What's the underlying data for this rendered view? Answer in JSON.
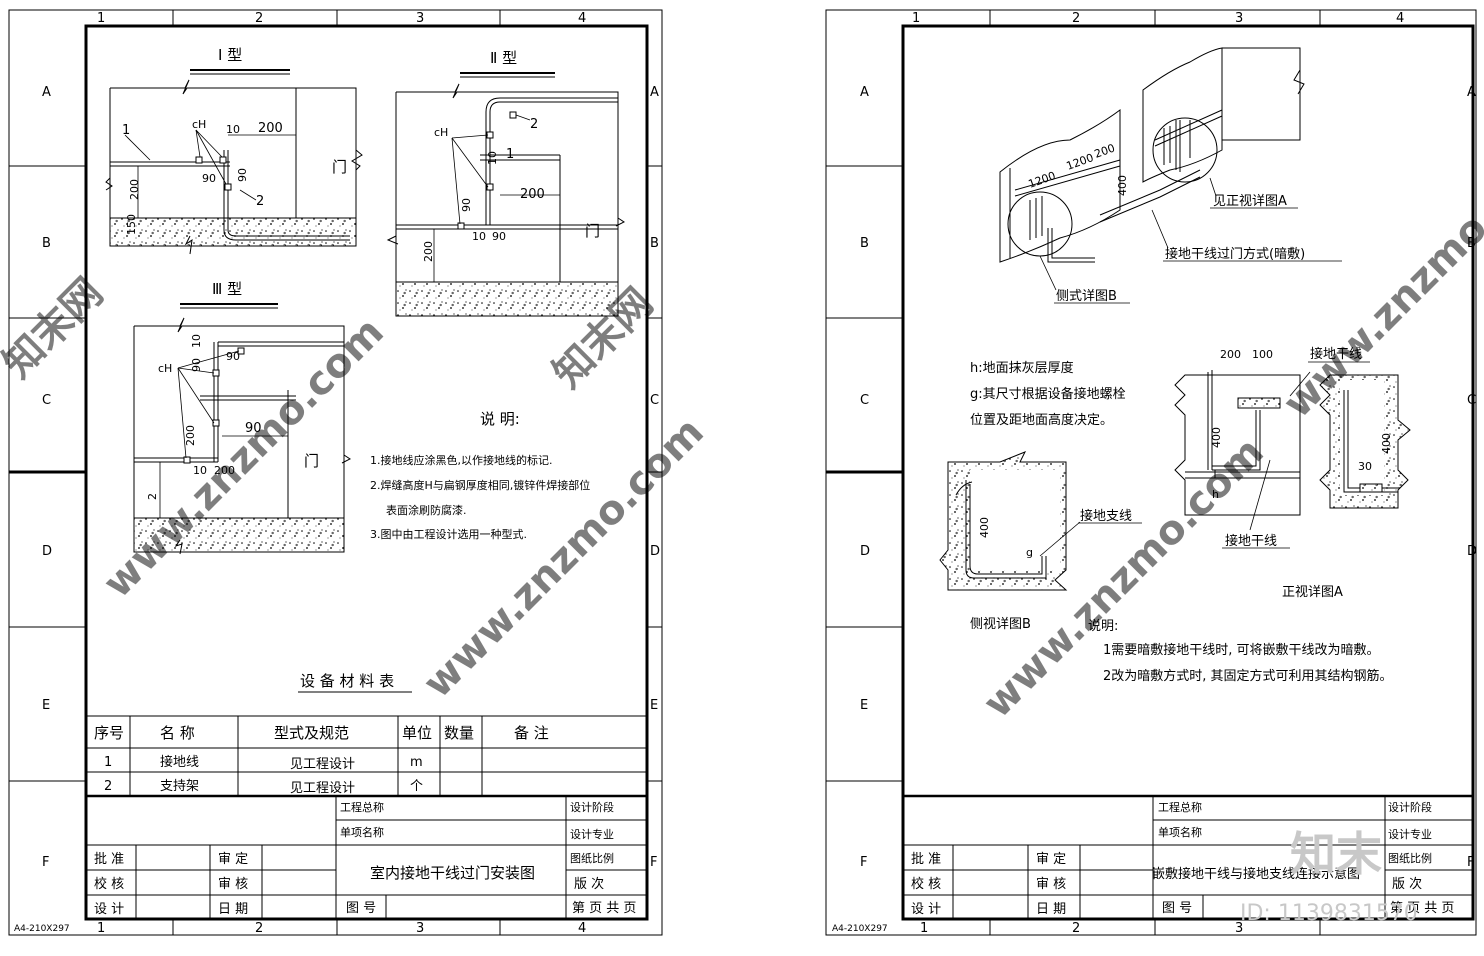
{
  "grid": {
    "cols": [
      "1",
      "2",
      "3",
      "4"
    ],
    "rows": [
      "A",
      "B",
      "C",
      "D",
      "E",
      "F"
    ]
  },
  "sheet_size_label": "A4-210X297",
  "left": {
    "type1_title": "Ⅰ 型",
    "type2_title": "Ⅱ 型",
    "type3_title": "Ⅲ 型",
    "door": "门",
    "label_ch": "cH",
    "dims": [
      "10",
      "200",
      "90",
      "90",
      "200",
      "150",
      "1",
      "2",
      "10",
      "200",
      "90",
      "10",
      "90",
      "200",
      "1",
      "2",
      "10",
      "90",
      "90",
      "200",
      "90",
      "10",
      "200",
      "2"
    ],
    "notes_title": "说 明:",
    "notes": [
      "1.接地线应涂黑色,以作接地线的标记.",
      "2.焊缝高度H与扁钢厚度相同,镀锌件焊接部位",
      "表面涂刷防腐漆.",
      "3.图中由工程设计选用一种型式."
    ],
    "table_title": "设 备 材 料 表",
    "table_headers": [
      "序号",
      "名 称",
      "型式及规范",
      "单位",
      "数量",
      "备 注"
    ],
    "table_rows": [
      [
        "1",
        "接地线",
        "见工程设计",
        "m",
        "",
        ""
      ],
      [
        "2",
        "支持架",
        "见工程设计",
        "个",
        "",
        ""
      ]
    ],
    "title_block": {
      "project_total": "工程总称",
      "item_name": "单项名称",
      "drawing_title": "室内接地干线过门安装图",
      "design_stage": "设计阶段",
      "design_major": "设计专业",
      "scale": "图纸比例",
      "version": "版 次",
      "approve": "批 准",
      "check": "校 核",
      "design": "设 计",
      "audit": "审 定",
      "review": "审 核",
      "date": "日 期",
      "drawing_no": "图 号",
      "page": "第 页 共 页"
    }
  },
  "right": {
    "callout_front_a": "见正视详图A",
    "callout_side_b": "侧式详图B",
    "callout_main": "接地干线过门方式(暗敷)",
    "dims_iso": [
      "1200",
      "1200",
      "200",
      "400"
    ],
    "legend_h": "h:地面抹灰层厚度",
    "legend_g1": "g:其尺寸根据设备接地螺栓",
    "legend_g2": "位置及距地面高度决定。",
    "front_dims": [
      "200",
      "100",
      "400",
      "h",
      "400",
      "30"
    ],
    "label_trunk_top": "接地干线",
    "label_trunk_bottom": "接地干线",
    "label_branch": "接地支线",
    "side_dims": [
      "400",
      "g"
    ],
    "front_view_title": "正视详图A",
    "side_view_title": "侧视详图B",
    "notes_title": "说明:",
    "notes": [
      "1需要暗敷接地干线时, 可将嵌敷干线改为暗敷。",
      "2改为暗敷方式时, 其固定方式可利用其结构钢筋。"
    ],
    "title_block": {
      "project_total": "工程总称",
      "item_name": "单项名称",
      "drawing_title": "嵌敷接地干线与接地支线连接示意图",
      "design_stage": "设计阶段",
      "design_major": "设计专业",
      "scale": "图纸比例",
      "version": "版 次",
      "approve": "批 准",
      "check": "校 核",
      "design": "设 计",
      "audit": "审 定",
      "review": "审 核",
      "date": "日 期",
      "drawing_no": "图 号",
      "page": "第 页 共 页"
    }
  },
  "watermark": {
    "site": "www.znzmo.com",
    "brand": "知末网",
    "logo_text": "知末",
    "id_text": "ID: 1139831570"
  }
}
